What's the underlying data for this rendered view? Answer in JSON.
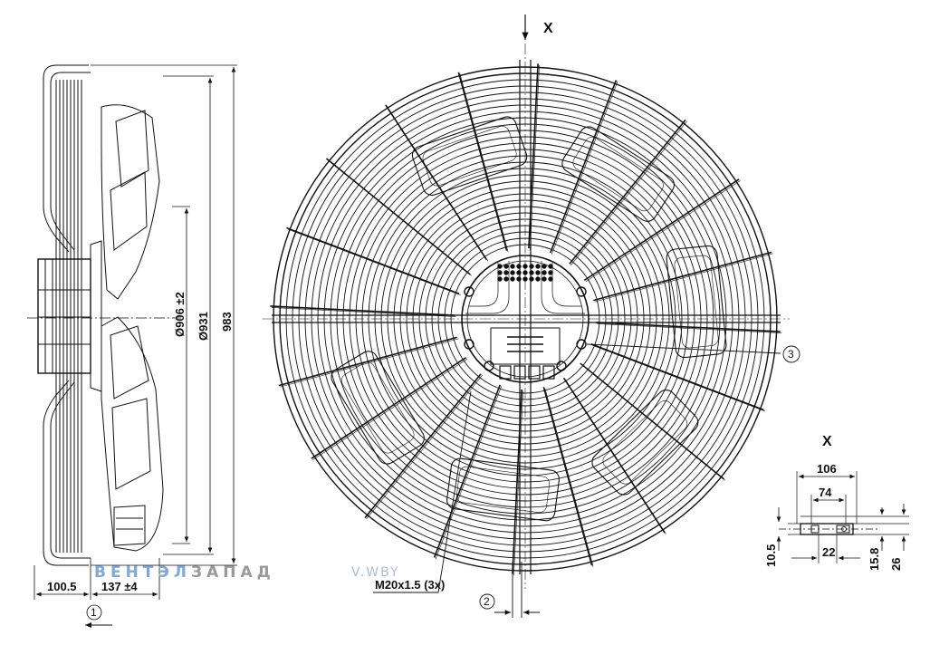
{
  "view_label": "X",
  "detail_view_label": "X",
  "dimensions": {
    "diameter_inner": "Ø906 ±2",
    "diameter_mid": "Ø931",
    "height_total": "983",
    "depth_guard": "100.5",
    "depth_body": "137 ±4",
    "detail_width_outer": "106",
    "detail_width_inner": "74",
    "detail_slot": "22",
    "detail_left": "10.5",
    "detail_mid": "15.8",
    "detail_right": "26"
  },
  "callouts": {
    "airflow": "1",
    "rotation": "2",
    "terminal_box": "3"
  },
  "cable_gland": "M20x1.5 (3x)",
  "watermark": {
    "brand_part1": "ВЕНТЭЛ",
    "brand_part2": "ЗАПАД",
    "site": "V.WBY"
  },
  "colors": {
    "line": "#111111",
    "watermark_gray": "#9a9a9a",
    "watermark_blue": "#7fa9d6"
  }
}
